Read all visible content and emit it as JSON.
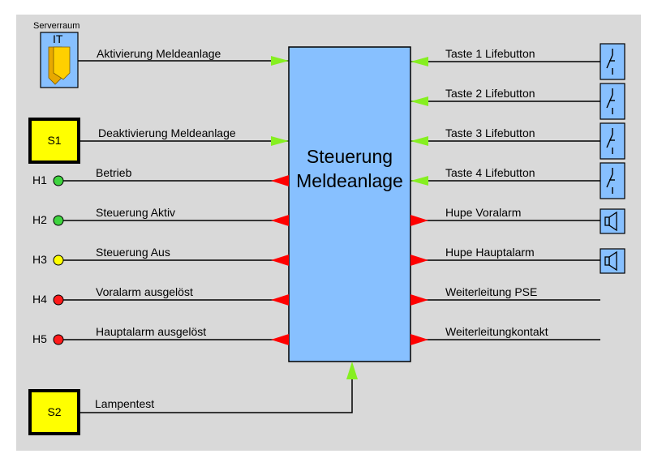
{
  "colors": {
    "background": "#d9d9d9",
    "controller_fill": "#87c0ff",
    "switch_fill": "#ffff00",
    "device_fill": "#87c0ff",
    "arrow_input": "#86ef20",
    "arrow_output": "#ff0000",
    "lamp_green": "#3fd43f",
    "lamp_yellow": "#ffff00",
    "lamp_red": "#ff1a1a"
  },
  "controller": {
    "line1": "Steuerung",
    "line2": "Meldeanlage"
  },
  "serverraum": {
    "caption": "Serverraum",
    "box_label": "IT",
    "icon": "folder-icon"
  },
  "switches": {
    "s1": "S1",
    "s2": "S2"
  },
  "left": {
    "aktivierung": "Aktivierung Meldeanlage",
    "deaktivierung": "Deaktivierung Meldeanlage",
    "lampentest": "Lampentest",
    "lamps": [
      {
        "id": "H1",
        "label": "Betrieb",
        "color": "green"
      },
      {
        "id": "H2",
        "label": "Steuerung Aktiv",
        "color": "green"
      },
      {
        "id": "H3",
        "label": "Steuerung Aus",
        "color": "yellow"
      },
      {
        "id": "H4",
        "label": "Voralarm ausgelöst",
        "color": "red"
      },
      {
        "id": "H5",
        "label": "Hauptalarm ausgelöst",
        "color": "red"
      }
    ]
  },
  "right": {
    "buttons": [
      "Taste 1  Lifebutton",
      "Taste 2  Lifebutton",
      "Taste 3  Lifebutton",
      "Taste 4  Lifebutton"
    ],
    "hupe_voralarm": "Hupe Voralarm",
    "hupe_hauptalarm": "Hupe Hauptalarm",
    "weiterleitung_pse": "Weiterleitung PSE",
    "weiterleitungkontakt": "Weiterleitungkontakt",
    "button_icon": "switch-contact-icon",
    "horn_icon": "speaker-icon"
  }
}
